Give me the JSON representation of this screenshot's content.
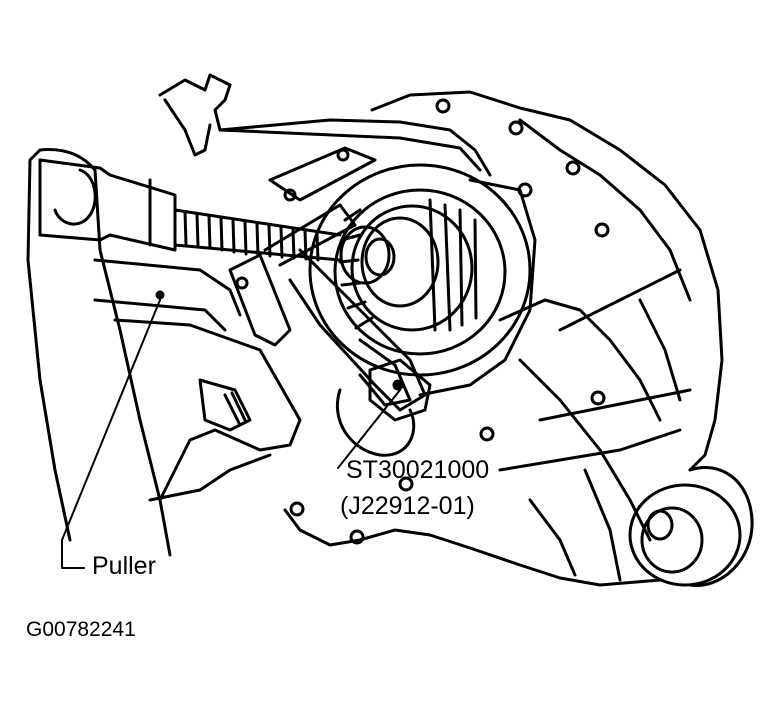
{
  "figure": {
    "callouts": {
      "tool_number": "ST30021000",
      "tool_alt_number": "(J22912-01)",
      "puller": "Puller"
    },
    "figure_id": "G00782241"
  },
  "colors": {
    "ink": "#000000",
    "paper": "#ffffff"
  }
}
